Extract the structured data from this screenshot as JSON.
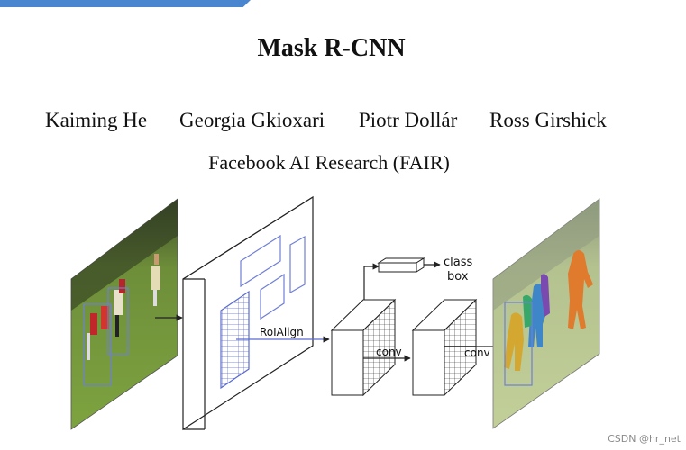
{
  "paper": {
    "title": "Mask R-CNN",
    "authors": [
      "Kaiming He",
      "Georgia Gkioxari",
      "Piotr Dollár",
      "Ross Girshick"
    ],
    "affiliation": "Facebook AI Research (FAIR)"
  },
  "figure": {
    "roialign_label": "RoIAlign",
    "conv_label_1": "conv",
    "conv_label_2": "conv",
    "class_label": "class",
    "box_label": "box"
  },
  "colors": {
    "accent": "#4a86cf",
    "grid": "#5b6bd0",
    "field": "#6e8e3a"
  },
  "watermark": "CSDN @hr_net"
}
